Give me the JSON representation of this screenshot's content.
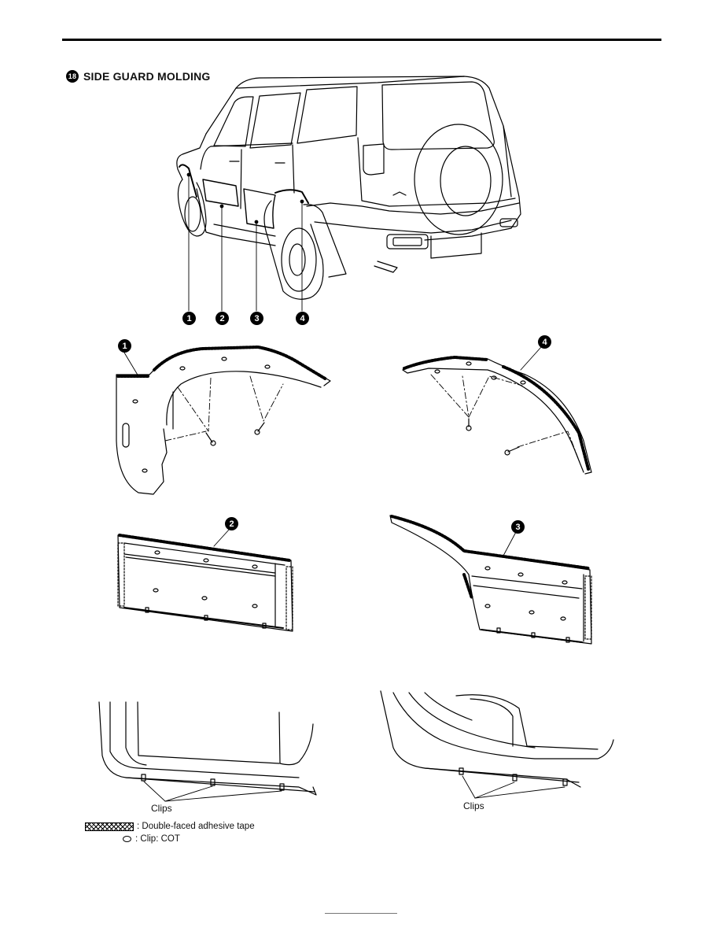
{
  "title": {
    "number": "18",
    "text": "SIDE GUARD MOLDING"
  },
  "callouts": {
    "c1": "1",
    "c2": "2",
    "c3": "3",
    "c4": "4"
  },
  "labels": {
    "clips_left": "Clips",
    "clips_right": "Clips"
  },
  "legend": {
    "tape_text": ": Double-faced adhesive tape",
    "clip_text": ": Clip: COT"
  }
}
